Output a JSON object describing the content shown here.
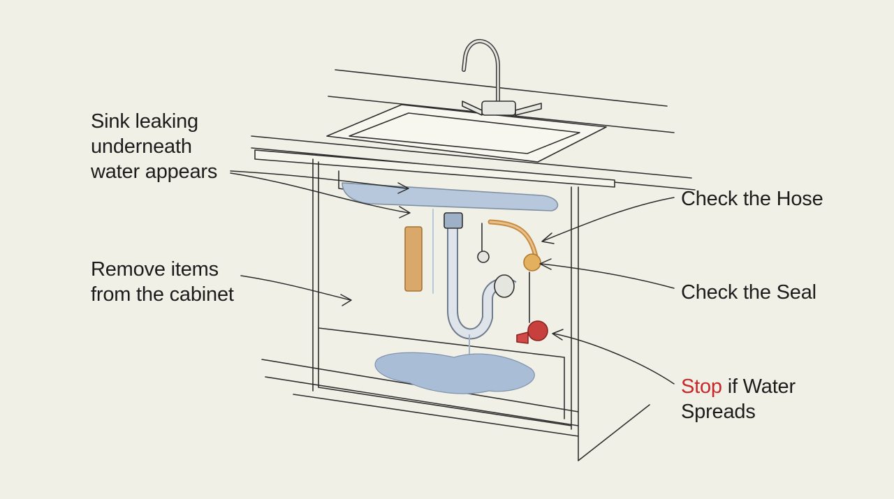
{
  "labels": {
    "sink_leaking": [
      "Sink leaking",
      "underneath",
      "water appears"
    ],
    "remove_items": [
      "Remove items",
      "from the cabinet"
    ],
    "check_hose": "Check the Hose",
    "check_seal": "Check the Seal",
    "stop": {
      "highlight": "Stop",
      "rest_line1": " if Water",
      "line2": "Spreads"
    }
  },
  "colors": {
    "background": "#f1f0e6",
    "ink": "#2a2a2a",
    "water": "#a9bdd6",
    "stop_accent": "#c8282b",
    "seal_orange": "#d8a050",
    "tape_tan": "#d9a86a"
  }
}
